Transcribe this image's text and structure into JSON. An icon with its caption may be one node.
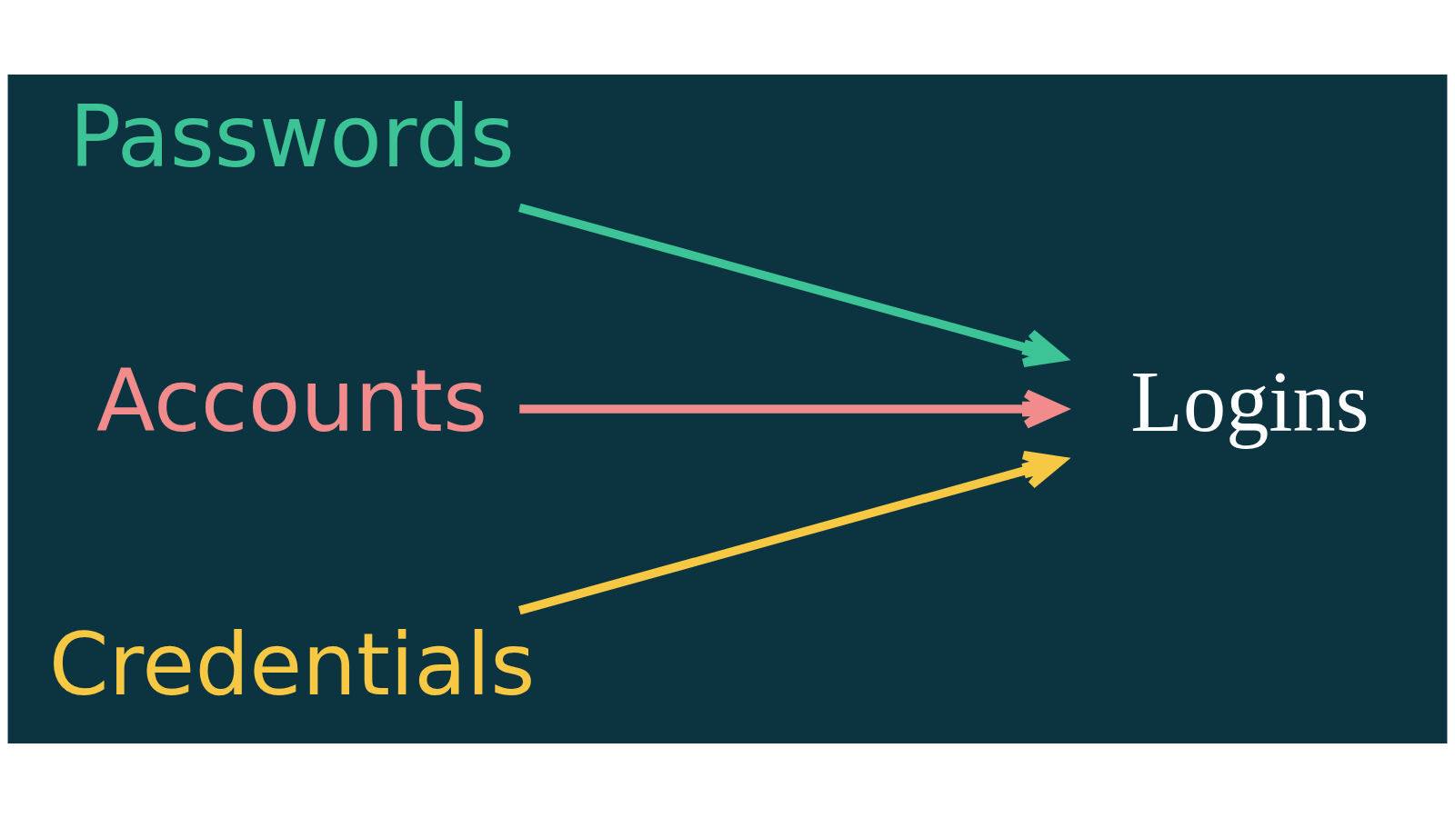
{
  "diagram": {
    "nodes": [
      {
        "text": [
          "Passwords"
        ]
      },
      {
        "text": [
          "Accounts"
        ]
      },
      {
        "text": [
          "Credentials"
        ]
      },
      {
        "text": [
          "Logins"
        ]
      }
    ],
    "edges": [
      {
        "from": 0,
        "to": 3,
        "arrow": "to",
        "color": "#3cc496"
      },
      {
        "from": 1,
        "to": 3,
        "arrow": "to",
        "color": "#f28b8b"
      },
      {
        "from": 2,
        "to": 3,
        "arrow": "to",
        "color": "#f7c844"
      }
    ]
  }
}
